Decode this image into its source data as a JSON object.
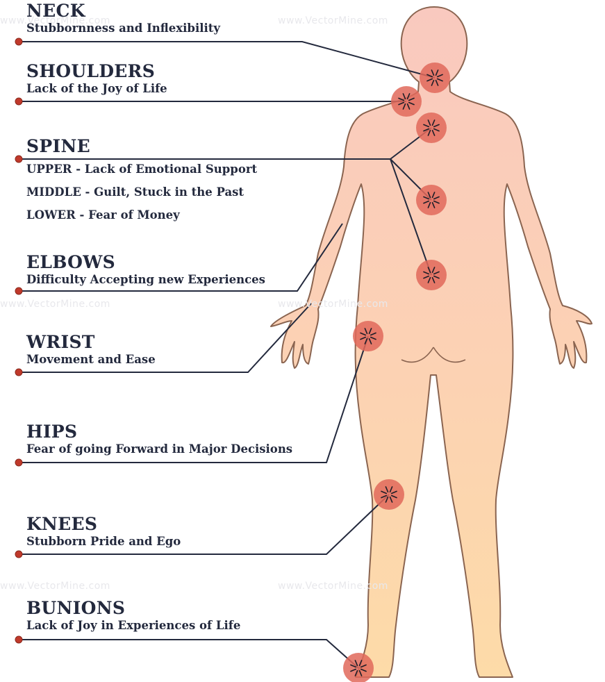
{
  "watermark": "www.VectorMine.com",
  "callouts": {
    "neck": {
      "title": "NECK",
      "text": "Stubbornness and Inflexibility"
    },
    "shoulders": {
      "title": "SHOULDERS",
      "text": "Lack of the Joy of Life"
    },
    "spine": {
      "title": "SPINE",
      "upper": "UPPER -  Lack of Emotional Support",
      "middle": "MIDDLE - Guilt, Stuck in the Past",
      "lower": "LOWER - Fear of Money"
    },
    "elbows": {
      "title": "ELBOWS",
      "text": "Difficulty Accepting new Experiences"
    },
    "wrist": {
      "title": "WRIST",
      "text": "Movement and Ease"
    },
    "hips": {
      "title": "HIPS",
      "text": "Fear of going Forward in Major Decisions"
    },
    "knees": {
      "title": "KNEES",
      "text": "Stubborn Pride and Ego"
    },
    "bunions": {
      "title": "BUNIONS",
      "text": "Lack of Joy in Experiences of Life"
    }
  },
  "colors": {
    "text": "#23293d",
    "line": "#23293d",
    "dot": "#c0392b",
    "pain_spot": "#e0685a",
    "body_top": "#f9c9bf",
    "body_bottom": "#fddbaa",
    "outline": "#8a6450"
  }
}
